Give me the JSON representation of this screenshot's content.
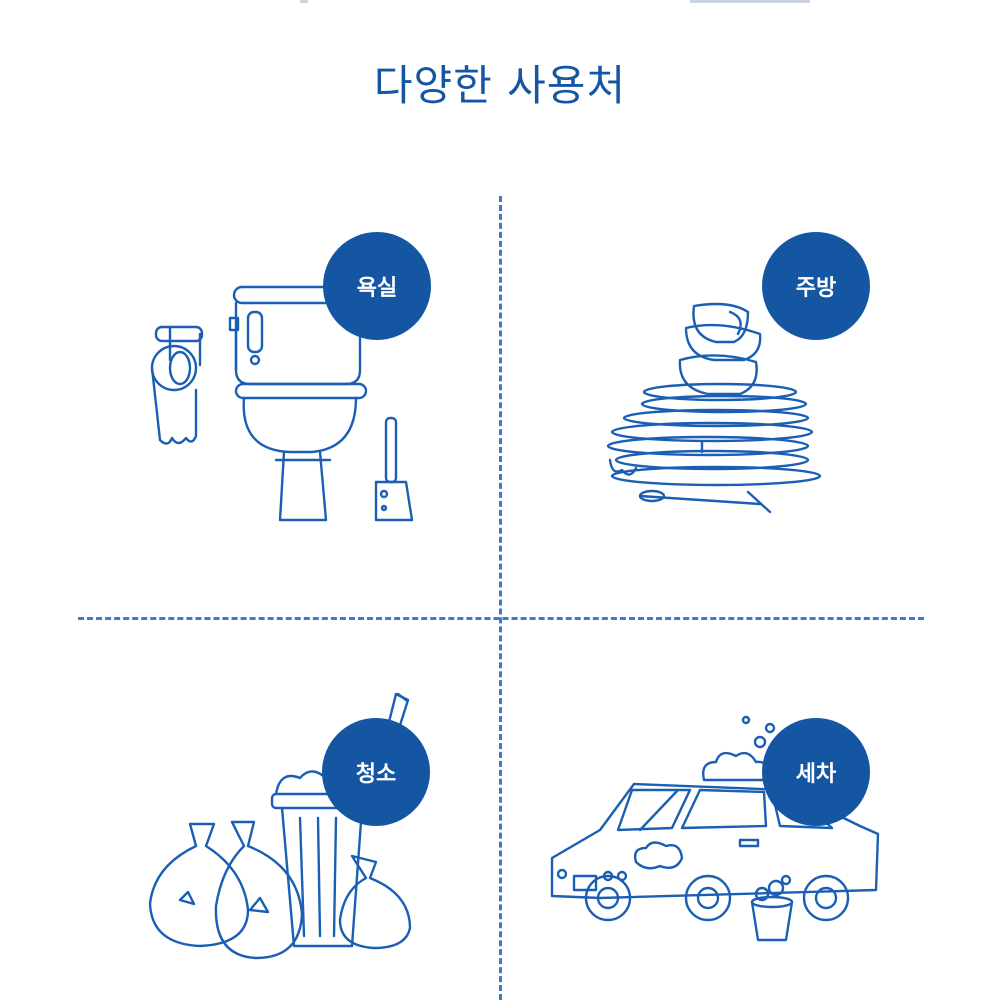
{
  "page": {
    "title": "다양한 사용처"
  },
  "uses": [
    {
      "label": "욕실",
      "icon": "toilet-icon"
    },
    {
      "label": "주방",
      "icon": "dish-stack-icon"
    },
    {
      "label": "청소",
      "icon": "trash-can-icon"
    },
    {
      "label": "세차",
      "icon": "car-wash-icon"
    }
  ],
  "colors": {
    "accent": "#1556a3",
    "line": "#1a5fb4",
    "divider": "#3d7ac9"
  }
}
